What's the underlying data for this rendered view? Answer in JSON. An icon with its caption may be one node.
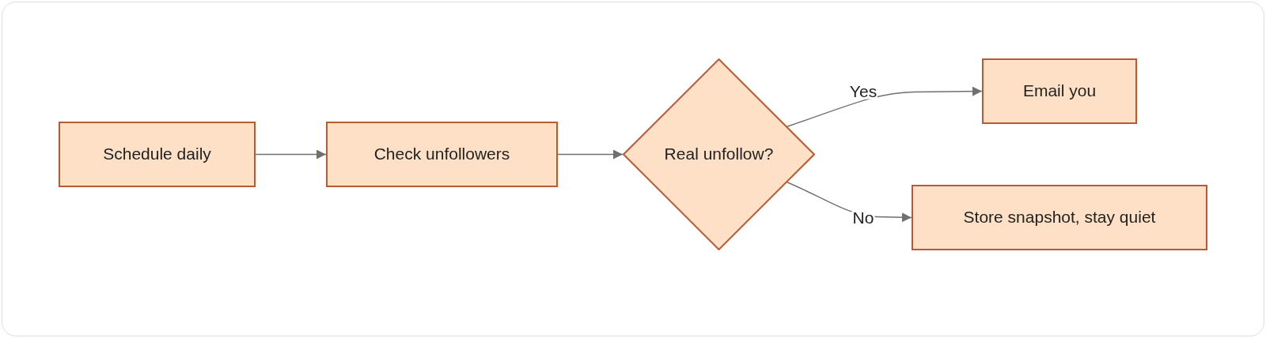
{
  "diagram": {
    "nodes": [
      {
        "text": [
          "Schedule daily"
        ]
      },
      {
        "text": [
          "Check unfollowers"
        ]
      },
      {
        "text": [
          "Real unfollow?"
        ]
      },
      {
        "text": [
          "Email you"
        ]
      },
      {
        "text": [
          "Store snapshot, stay quiet"
        ]
      }
    ],
    "edges": [
      {
        "from": 0,
        "to": 1,
        "arrow": "to"
      },
      {
        "from": 1,
        "to": 2,
        "arrow": "to"
      },
      {
        "from": 2,
        "to": 3,
        "arrow": "to",
        "label": "Yes"
      },
      {
        "from": 2,
        "to": 4,
        "arrow": "to",
        "label": "No"
      }
    ]
  }
}
